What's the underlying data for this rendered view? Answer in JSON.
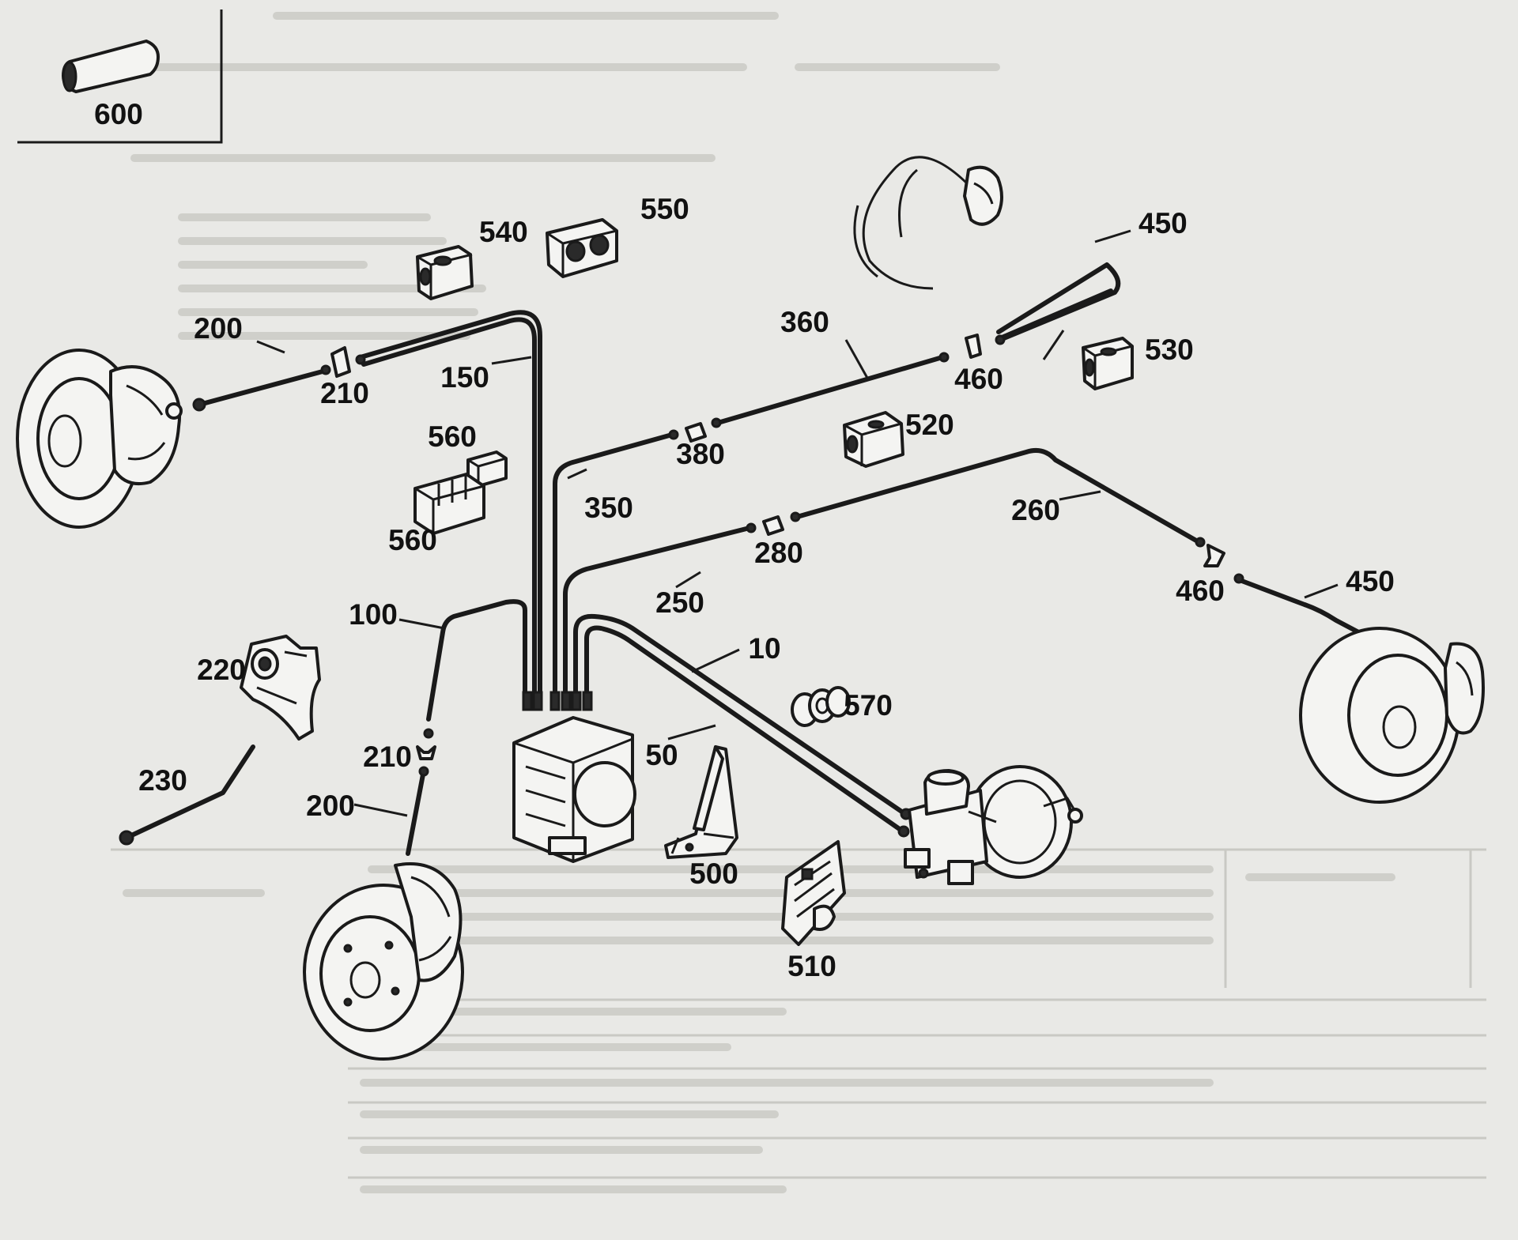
{
  "diagram": {
    "labels": {
      "p600": "600",
      "p550": "550",
      "p540": "540",
      "p450a": "450",
      "p450b": "450",
      "p200a": "200",
      "p200b": "200",
      "p210a": "210",
      "p210b": "210",
      "p150": "150",
      "p360": "360",
      "p460a": "460",
      "p460b": "460",
      "p530": "530",
      "p560a": "560",
      "p560b": "560",
      "p380": "380",
      "p520": "520",
      "p350": "350",
      "p260": "260",
      "p280": "280",
      "p250": "250",
      "p100": "100",
      "p10": "10",
      "p220": "220",
      "p570": "570",
      "p50": "50",
      "p230": "230",
      "p500": "500",
      "p510": "510"
    }
  }
}
